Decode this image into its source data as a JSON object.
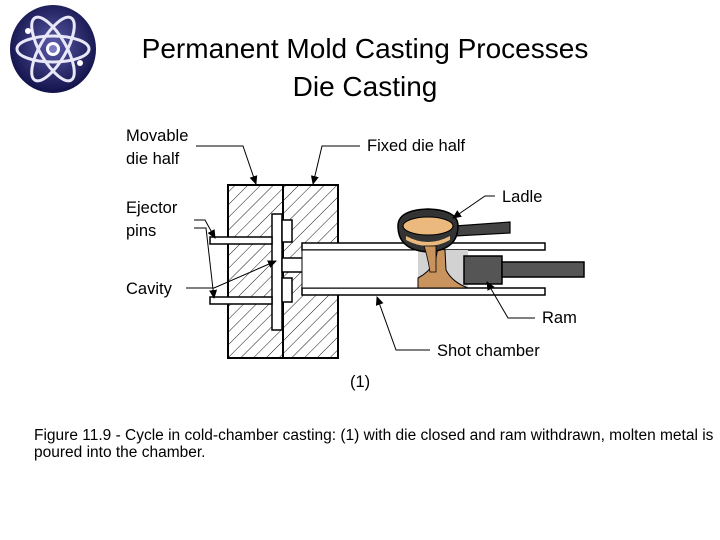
{
  "slide": {
    "title_line1": "Permanent Mold Casting Processes",
    "title_line2": "Die Casting",
    "logo_icon": "atom-icon"
  },
  "diagram": {
    "labels": {
      "movable_die_half_1": "Movable",
      "movable_die_half_2": "die half",
      "fixed_die_half": "Fixed die half",
      "ejector_pins_1": "Ejector",
      "ejector_pins_2": "pins",
      "cavity": "Cavity",
      "ladle": "Ladle",
      "ram": "Ram",
      "shot_chamber": "Shot chamber",
      "step": "(1)"
    },
    "colors": {
      "molten_metal": "#c8935c",
      "ladle_metal": "#ebb97e",
      "ram": "#555555",
      "chamber_gray": "#d2d2d2"
    }
  },
  "caption": {
    "text": "Figure 11.9 ‑ Cycle in cold-chamber casting: (1) with die closed and ram withdrawn, molten metal is poured into the chamber."
  }
}
